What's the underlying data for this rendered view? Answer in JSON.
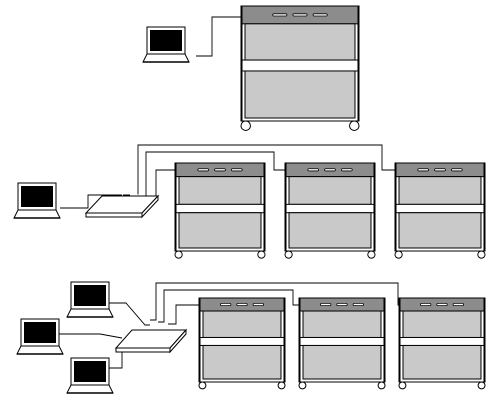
{
  "diagram": {
    "colors": {
      "background": "#ffffff",
      "cabinet_top": "#8c8c8c",
      "cabinet_body": "#c9c9c9",
      "laptop_screen": "#000000",
      "outline": "#000000"
    },
    "scenarios": [
      {
        "id": "single",
        "laptops": 1,
        "switch": false,
        "cabinets": 1
      },
      {
        "id": "one-laptop-switch",
        "laptops": 1,
        "switch": true,
        "cabinets": 3
      },
      {
        "id": "three-laptops-switch",
        "laptops": 3,
        "switch": true,
        "cabinets": 3
      }
    ]
  }
}
